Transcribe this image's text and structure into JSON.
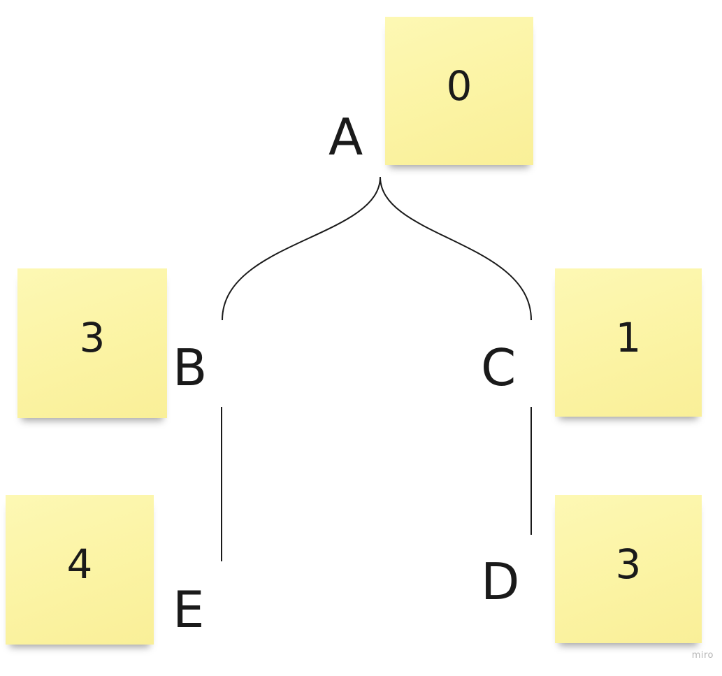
{
  "nodes": {
    "A": {
      "label": "A",
      "value": "0"
    },
    "B": {
      "label": "B",
      "value": "3"
    },
    "C": {
      "label": "C",
      "value": "1"
    },
    "D": {
      "label": "D",
      "value": "3"
    },
    "E": {
      "label": "E",
      "value": "4"
    }
  },
  "watermark": "miro"
}
